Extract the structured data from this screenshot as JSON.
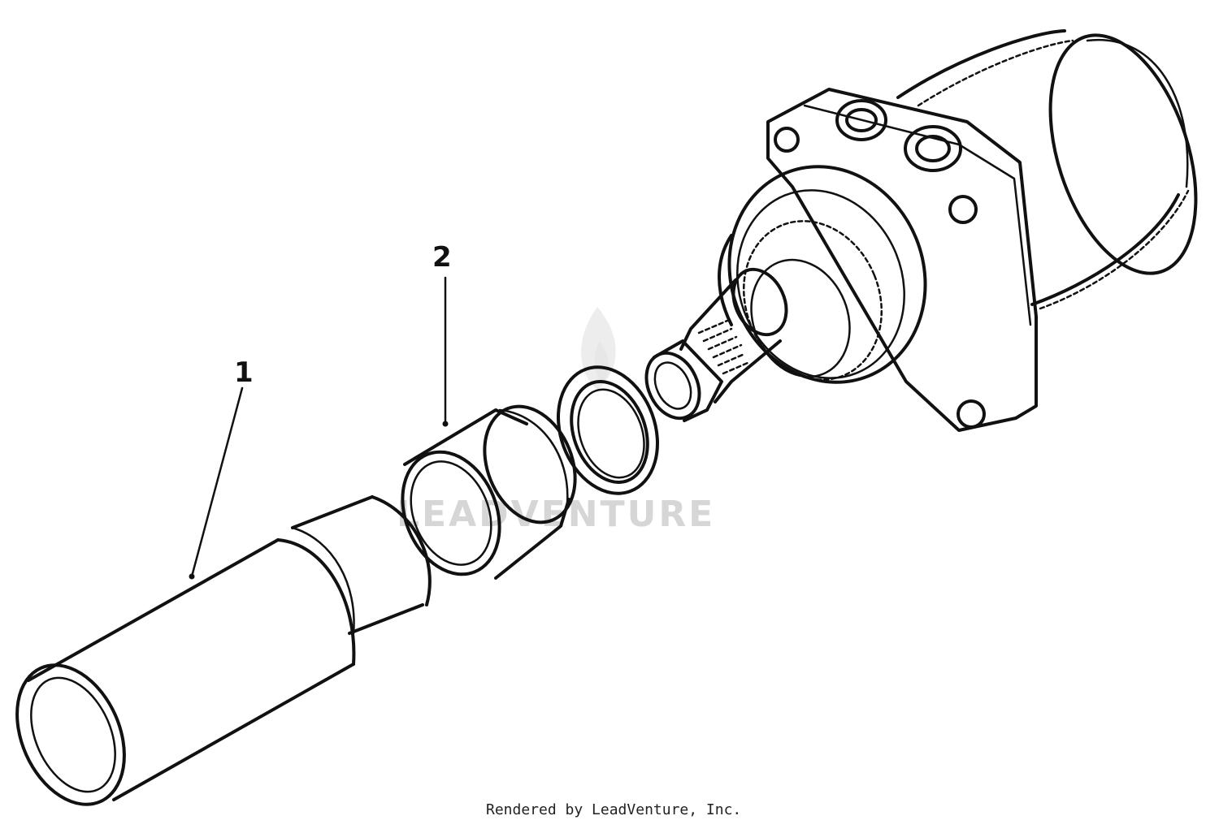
{
  "callouts": [
    {
      "number": "1"
    },
    {
      "number": "2"
    }
  ],
  "watermark": "LEADVENTURE",
  "credit": "Rendered by LeadVenture, Inc."
}
